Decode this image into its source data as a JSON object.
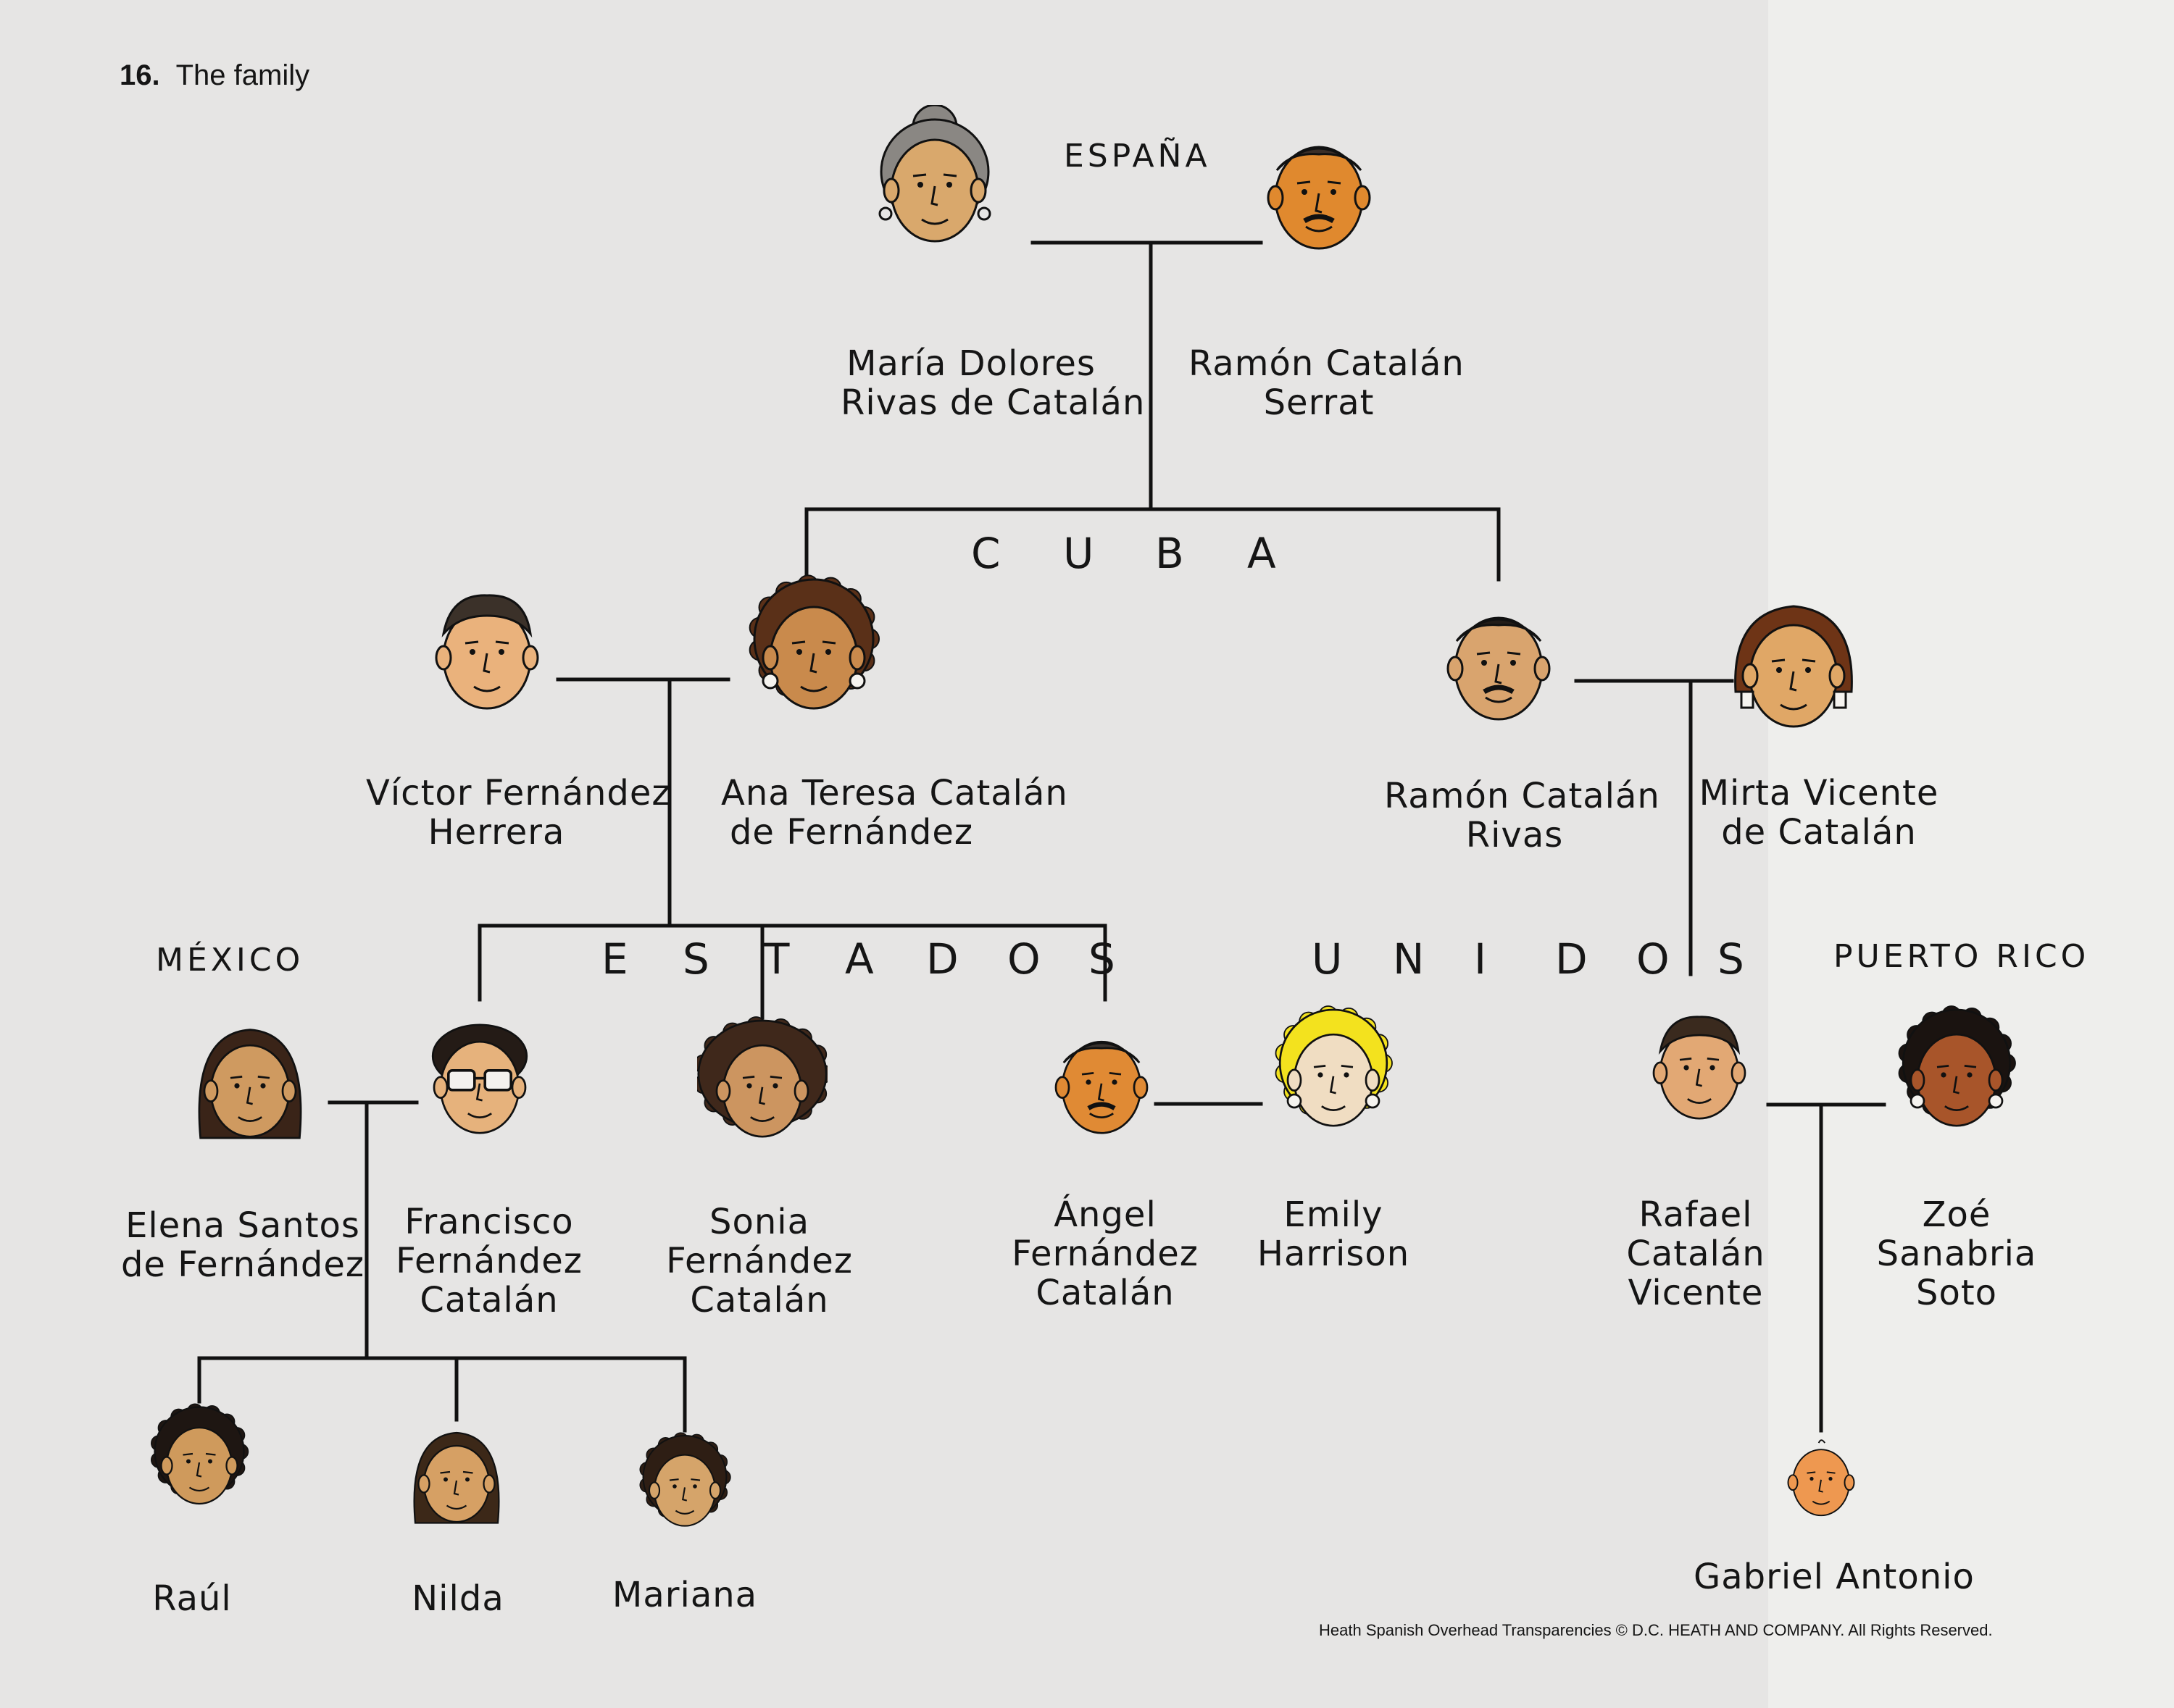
{
  "heading": {
    "number": "16.",
    "title": "The family"
  },
  "countries": {
    "spain": "ESPAÑA",
    "cuba": "CUBA",
    "usa_part1": "ESTADOS",
    "usa_part2": "UNIDOS",
    "mexico": "MÉXICO",
    "puerto_rico": "PUERTO RICO"
  },
  "people": {
    "maria_dolores": {
      "lines": [
        "María Dolores",
        "Rivas de Catalán"
      ],
      "hair": "#8a8783",
      "skin": "#d9a86c"
    },
    "ramon_serrat": {
      "lines": [
        "Ramón Catalán",
        "Serrat"
      ],
      "hair": "#3a2e28",
      "skin": "#e0892e"
    },
    "victor": {
      "lines": [
        "Víctor Fernández",
        "Herrera"
      ],
      "hair": "#3b3129",
      "skin": "#eab27c"
    },
    "ana_teresa": {
      "lines": [
        "Ana Teresa Catalán",
        "de Fernández"
      ],
      "hair": "#5a3018",
      "skin": "#c98a4c"
    },
    "ramon_rivas": {
      "lines": [
        "Ramón Catalán",
        "Rivas"
      ],
      "hair": "#221c18",
      "skin": "#d9a46e"
    },
    "mirta": {
      "lines": [
        "Mirta Vicente",
        "de Catalán"
      ],
      "hair": "#6e3416",
      "skin": "#e0a766"
    },
    "elena": {
      "lines": [
        "Elena Santos",
        "de Fernández"
      ],
      "hair": "#3a2418",
      "skin": "#cf9a60"
    },
    "francisco": {
      "lines": [
        "Francisco",
        "Fernández",
        "Catalán"
      ],
      "hair": "#241b16",
      "skin": "#e6b27c"
    },
    "sonia": {
      "lines": [
        "Sonia",
        "Fernández",
        "Catalán"
      ],
      "hair": "#3f281b",
      "skin": "#cc9560"
    },
    "angel": {
      "lines": [
        "Ángel",
        "Fernández",
        "Catalán"
      ],
      "hair": "#3a332e",
      "skin": "#e08a34"
    },
    "emily": {
      "lines": [
        "Emily",
        "Harrison"
      ],
      "hair": "#f3e21e",
      "skin": "#f0ddc2"
    },
    "rafael": {
      "lines": [
        "Rafael",
        "Catalán",
        "Vicente"
      ],
      "hair": "#3a2a1e",
      "skin": "#e2a874"
    },
    "zoe": {
      "lines": [
        "Zoé",
        "Sanabria",
        "Soto"
      ],
      "hair": "#1a1310",
      "skin": "#a8552a"
    },
    "raul": {
      "lines": [
        "Raúl"
      ],
      "hair": "#1e1612",
      "skin": "#cf9a5c"
    },
    "nilda": {
      "lines": [
        "Nilda"
      ],
      "hair": "#3c2818",
      "skin": "#d6a064"
    },
    "mariana": {
      "lines": [
        "Mariana"
      ],
      "hair": "#2e1e14",
      "skin": "#d5a46a"
    },
    "gabriel": {
      "lines": [
        "Gabriel Antonio"
      ],
      "hair": "#e6863a",
      "skin": "#ee9850"
    }
  },
  "copyright": "Heath Spanish Overhead Transparencies   © D.C. HEATH AND COMPANY.   All Rights Reserved."
}
